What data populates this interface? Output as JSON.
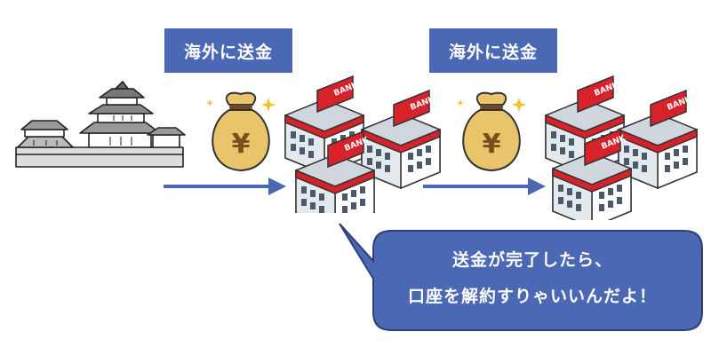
{
  "steps": [
    {
      "label": "海外に送金"
    },
    {
      "label": "海外に送金"
    }
  ],
  "money_bag": {
    "symbol": "¥"
  },
  "bank": {
    "sign": "BANK"
  },
  "callout": {
    "line1": "送金が完了したら、",
    "line2": "口座を解約すりゃいいんだよ！"
  },
  "colors": {
    "accent_blue": "#4a68b3",
    "bank_red": "#d8222a",
    "bag_gold": "#e9c46a"
  },
  "icons": [
    "castle-icon",
    "money-bag-icon",
    "bank-building-icon",
    "arrow-right-icon",
    "sparkle-icon"
  ]
}
